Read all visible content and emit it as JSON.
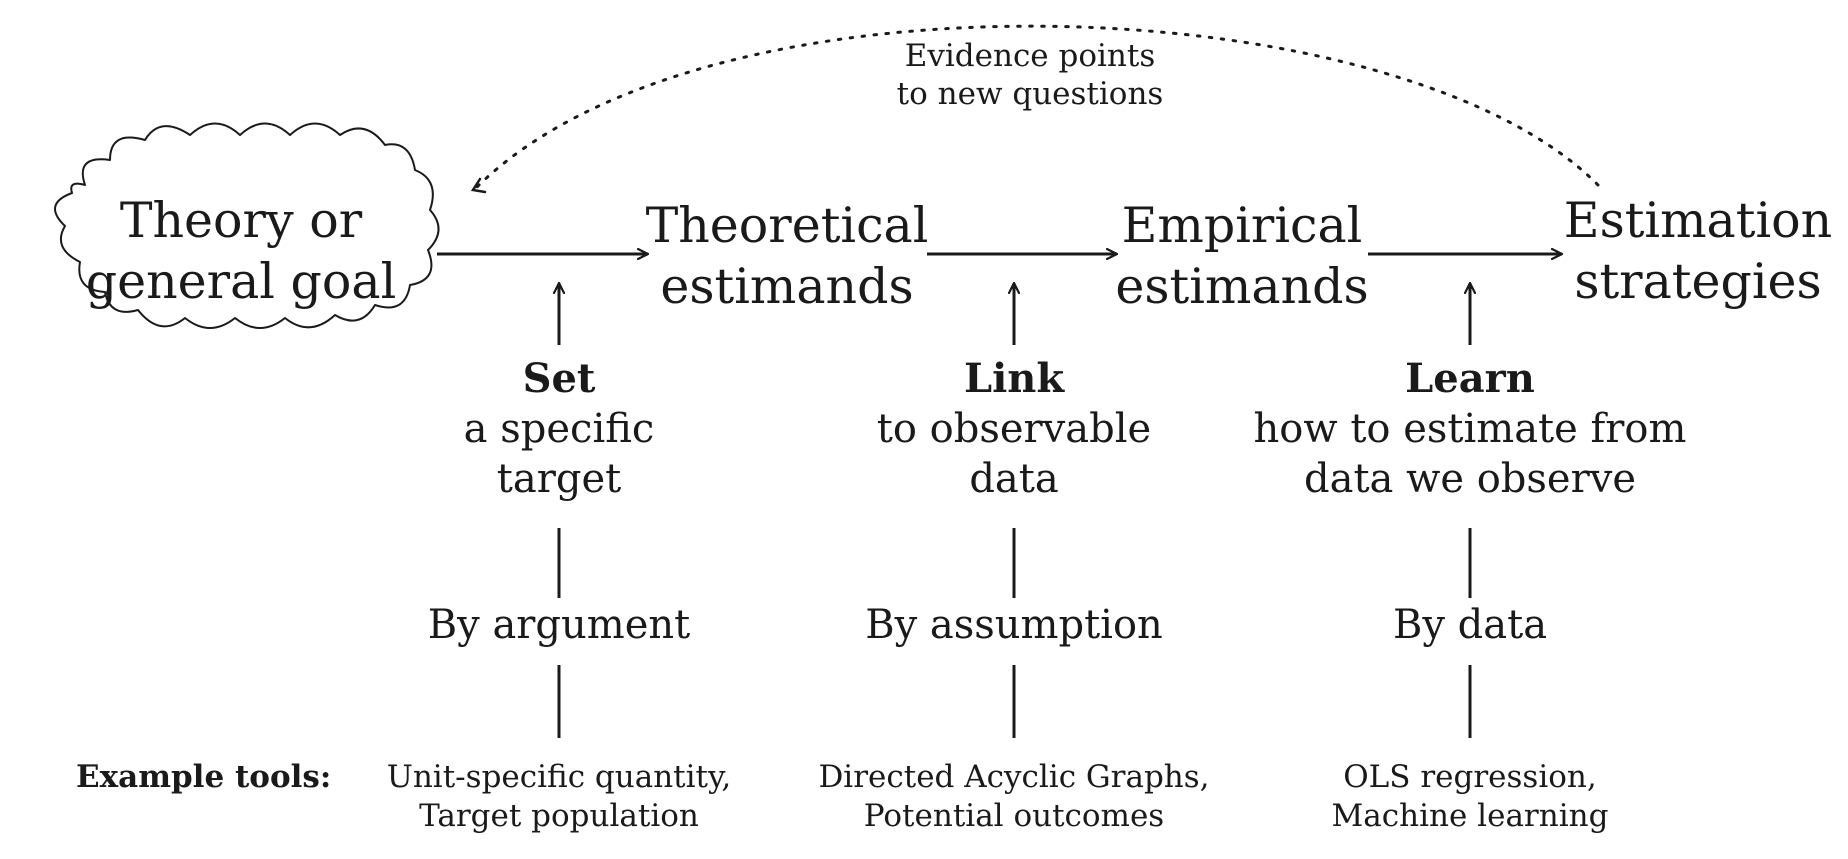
{
  "feedback_label": [
    "Evidence points",
    "to new questions"
  ],
  "nodes": {
    "theory": [
      "Theory or",
      "general goal"
    ],
    "theoretical": [
      "Theoretical",
      "estimands"
    ],
    "empirical": [
      "Empirical",
      "estimands"
    ],
    "estimation": [
      "Estimation",
      "strategies"
    ]
  },
  "steps": [
    {
      "verb": "Set",
      "desc": [
        "a specific",
        "target"
      ],
      "method": "By argument",
      "tools": [
        "Unit-specific quantity,",
        "Target population"
      ]
    },
    {
      "verb": "Link",
      "desc": [
        "to observable",
        "data"
      ],
      "method": "By assumption",
      "tools": [
        "Directed Acyclic Graphs,",
        "Potential outcomes"
      ]
    },
    {
      "verb": "Learn",
      "desc": [
        "how to estimate from",
        "data we observe"
      ],
      "method": "By data",
      "tools": [
        "OLS regression,",
        "Machine learning"
      ]
    }
  ],
  "example_tools_label": "Example tools:"
}
